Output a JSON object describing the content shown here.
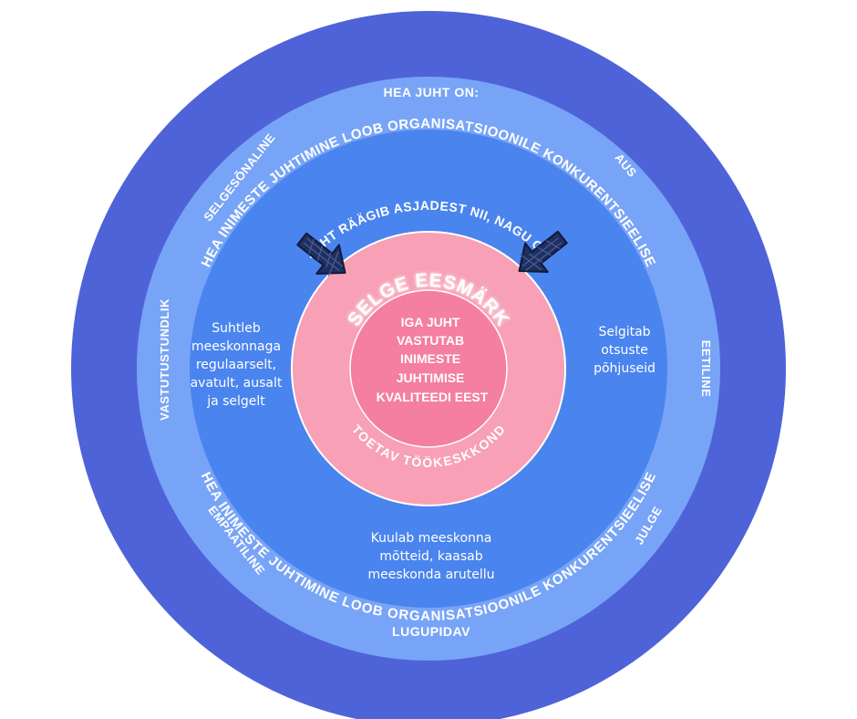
{
  "outer_ring": {
    "top_text": "HEA INIMESTE JUHTIMINE LOOB ORGANISATSIOONILE KONKURENTSIEELISE",
    "bottom_text": "HEA INIMESTE JUHTIMINE LOOB ORGANISATSIOONILE KONKURENTSIEELISE"
  },
  "qualities_ring": {
    "header": "HEA JUHT ON:",
    "items": {
      "selgesonaline": "SELGESÕNALINE",
      "aus": "AUS",
      "vastutustundlik": "VASTUTUSTUNDLIK",
      "eetiline": "EETILINE",
      "empaatiline": "EMPAATILINE",
      "julge": "JULGE",
      "lugupidav": "LUGUPIDAV"
    }
  },
  "behaviour_ring": {
    "top_text": "JUHT RÄÄGIB ASJADEST NII, NAGU ON",
    "left_note": [
      "Suhtleb",
      "meeskonnaga",
      "regulaarselt,",
      "avatult, ausalt",
      "ja selgelt"
    ],
    "right_note": [
      "Selgitab",
      "otsuste",
      "põhjuseid"
    ],
    "bottom_note": [
      "Kuulab meeskonna",
      "mõtteid, kaasab",
      "meeskonda arutellu"
    ]
  },
  "pink_ring": {
    "top_text": "SELGE EESMÄRK",
    "bottom_text": "TOETAV TÖÖKESKKOND"
  },
  "center": {
    "lines": [
      "IGA JUHT",
      "VASTUTAB",
      "INIMESTE",
      "JUHTIMISE",
      "KVALITEEDI EEST"
    ]
  },
  "colors": {
    "outer_ring": "#4f63d8",
    "qualities_ring": "#78a4f7",
    "behaviour_ring": "#4a84ee",
    "pink_ring": "#f7a0b6",
    "center": "#f47fa0",
    "arrow": "#2e3f78"
  }
}
